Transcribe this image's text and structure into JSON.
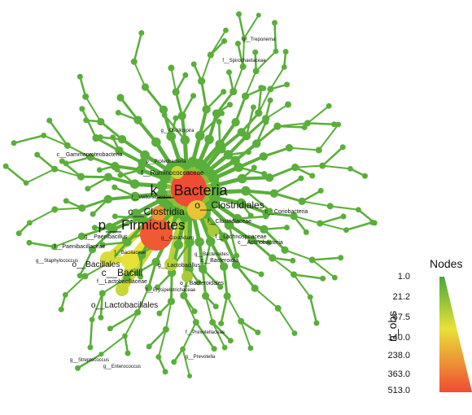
{
  "colors": {
    "low": "#4aa83a",
    "mid": "#e8e238",
    "high": "#f04b33",
    "edge": "#5aaa3c"
  },
  "labels": {
    "kingdom": "k__Bacteria",
    "phylum": "p__Firmicutes",
    "clostridia": "c__Clostridia",
    "clostridiales": "o__Clostridiales",
    "bacilli": "c__Bacilli",
    "bacillales": "o__Bacillales",
    "lactobacillales": "o__Lactobacillales",
    "ruminococcaceae": "f__Ruminococcaceae",
    "gammaproteobacteria": "c__Gammaproteobacteria",
    "paenibacillaceae": "f__Paenibacillaceae",
    "paenibacillus": "g__Paenibacillus",
    "clostridiaceae": "f__Clostridiaceae",
    "lachnospiraceae": "f__Lachnospiraceae",
    "bacteroidia": "c__Bacteroidia",
    "bacteroidales": "o__Bacteroidales",
    "lactobacillus": "g__Lactobacillus",
    "lactobacillaceae": "f__Lactobacillaceae",
    "actinobacteria": "c__Actinobacteria",
    "coriobacteria": "c__Coriobacteria",
    "streptococcus": "g__Streptococcus",
    "enterococcus": "g__Enterococcus",
    "treponema": "g__Treponema",
    "spirochaetaceae": "f__Spirochaetaceae",
    "proteobacteria": "p__Proteobacteria",
    "veillonellaceae": "f__Veillonellaceae",
    "bacillaceae": "f__Bacillaceae",
    "prevotella": "g__Prevotella",
    "staphylococcus": "g__Staphylococcus",
    "erysipelotrichaceae": "f__Erysipelotrichaceae",
    "clostridium": "g__Clostridium",
    "bacteroides": "g__Bacteroides",
    "prevotellaceae": "f__Prevotellaceae",
    "oscillospira": "g__Oscillospira"
  },
  "legend": {
    "title": "Nodes",
    "axis_label": "n_obs",
    "ticks": [
      "1.0",
      "21.2",
      "67.5",
      "140.0",
      "238.0",
      "363.0",
      "513.0"
    ]
  }
}
